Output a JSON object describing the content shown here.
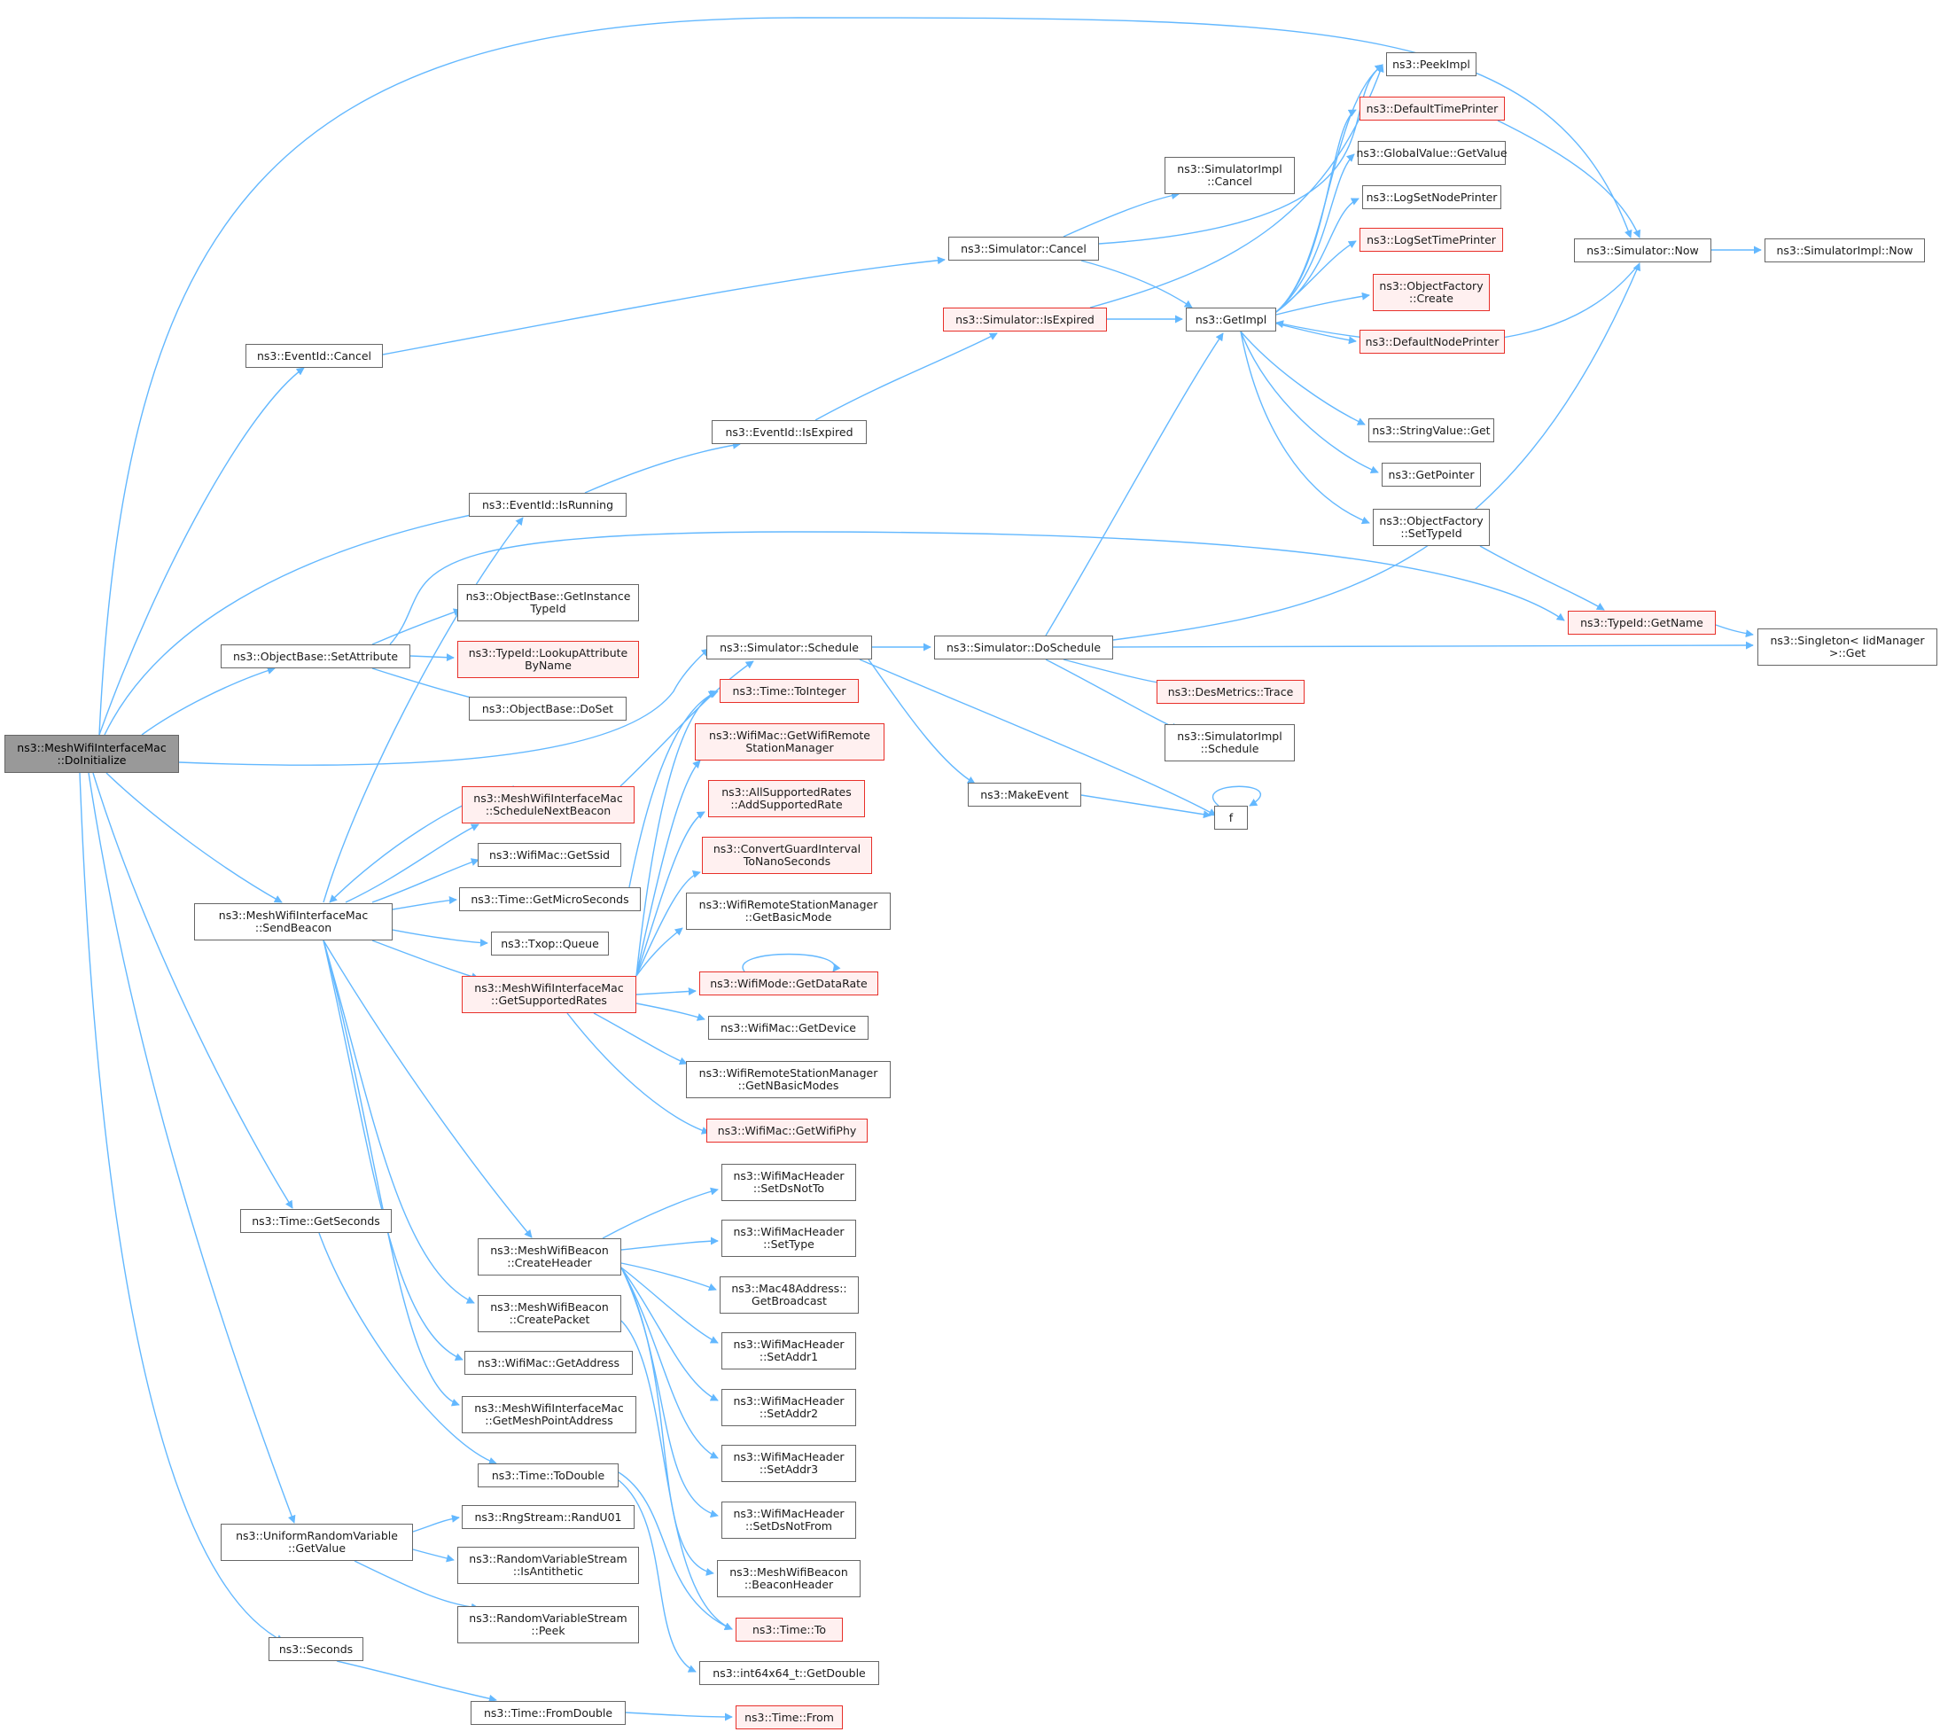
{
  "diagram": {
    "colors": {
      "edge": "#63b8ff",
      "node_border": "#666666",
      "node_border_red": "#e8302a",
      "node_fill_red": "#fff0f0",
      "root_fill": "#999999"
    },
    "nodes": [
      {
        "id": "root",
        "lines": [
          "ns3::MeshWifiInterfaceMac",
          "::DoInitialize"
        ]
      },
      {
        "id": "eventid_cancel",
        "lines": [
          "ns3::EventId::Cancel"
        ]
      },
      {
        "id": "eventid_isrunning",
        "lines": [
          "ns3::EventId::IsRunning"
        ]
      },
      {
        "id": "objbase_setattr",
        "lines": [
          "ns3::ObjectBase::SetAttribute"
        ]
      },
      {
        "id": "sendbeacon",
        "lines": [
          "ns3::MeshWifiInterfaceMac",
          "::SendBeacon"
        ]
      },
      {
        "id": "time_getseconds",
        "lines": [
          "ns3::Time::GetSeconds"
        ]
      },
      {
        "id": "urv_getvalue",
        "lines": [
          "ns3::UniformRandomVariable",
          "::GetValue"
        ]
      },
      {
        "id": "seconds",
        "lines": [
          "ns3::Seconds"
        ]
      },
      {
        "id": "objbase_getinstance",
        "lines": [
          "ns3::ObjectBase::GetInstance",
          "TypeId"
        ]
      },
      {
        "id": "typeid_lookup",
        "lines": [
          "ns3::TypeId::LookupAttribute",
          "ByName"
        ]
      },
      {
        "id": "objbase_doset",
        "lines": [
          "ns3::ObjectBase::DoSet"
        ]
      },
      {
        "id": "schedule_next",
        "lines": [
          "ns3::MeshWifiInterfaceMac",
          "::ScheduleNextBeacon"
        ]
      },
      {
        "id": "wifimac_getssid",
        "lines": [
          "ns3::WifiMac::GetSsid"
        ]
      },
      {
        "id": "time_getmicro",
        "lines": [
          "ns3::Time::GetMicroSeconds"
        ]
      },
      {
        "id": "txop_queue",
        "lines": [
          "ns3::Txop::Queue"
        ]
      },
      {
        "id": "getsupportedrates",
        "lines": [
          "ns3::MeshWifiInterfaceMac",
          "::GetSupportedRates"
        ]
      },
      {
        "id": "beacon_createheader",
        "lines": [
          "ns3::MeshWifiBeacon",
          "::CreateHeader"
        ]
      },
      {
        "id": "beacon_createpacket",
        "lines": [
          "ns3::MeshWifiBeacon",
          "::CreatePacket"
        ]
      },
      {
        "id": "wifimac_getaddress",
        "lines": [
          "ns3::WifiMac::GetAddress"
        ]
      },
      {
        "id": "getmeshpoint",
        "lines": [
          "ns3::MeshWifiInterfaceMac",
          "::GetMeshPointAddress"
        ]
      },
      {
        "id": "time_todouble",
        "lines": [
          "ns3::Time::ToDouble"
        ]
      },
      {
        "id": "rng_randu01",
        "lines": [
          "ns3::RngStream::RandU01"
        ]
      },
      {
        "id": "rvs_isantithetic",
        "lines": [
          "ns3::RandomVariableStream",
          "::IsAntithetic"
        ]
      },
      {
        "id": "rvs_peek",
        "lines": [
          "ns3::RandomVariableStream",
          "::Peek"
        ]
      },
      {
        "id": "time_fromdouble",
        "lines": [
          "ns3::Time::FromDouble"
        ]
      },
      {
        "id": "eventid_isexpired",
        "lines": [
          "ns3::EventId::IsExpired"
        ]
      },
      {
        "id": "sim_cancel",
        "lines": [
          "ns3::Simulator::Cancel"
        ]
      },
      {
        "id": "sim_schedule",
        "lines": [
          "ns3::Simulator::Schedule"
        ]
      },
      {
        "id": "time_tointeger",
        "lines": [
          "ns3::Time::ToInteger"
        ]
      },
      {
        "id": "wifimac_getwrsm",
        "lines": [
          "ns3::WifiMac::GetWifiRemote",
          "StationManager"
        ]
      },
      {
        "id": "allrates_add",
        "lines": [
          "ns3::AllSupportedRates",
          "::AddSupportedRate"
        ]
      },
      {
        "id": "convert_guard",
        "lines": [
          "ns3::ConvertGuardInterval",
          "ToNanoSeconds"
        ]
      },
      {
        "id": "wrsm_getbasicmode",
        "lines": [
          "ns3::WifiRemoteStationManager",
          "::GetBasicMode"
        ]
      },
      {
        "id": "wifimode_getdatarate",
        "lines": [
          "ns3::WifiMode::GetDataRate"
        ]
      },
      {
        "id": "wifimac_getdevice",
        "lines": [
          "ns3::WifiMac::GetDevice"
        ]
      },
      {
        "id": "wrsm_getnbasic",
        "lines": [
          "ns3::WifiRemoteStationManager",
          "::GetNBasicModes"
        ]
      },
      {
        "id": "wifimac_getwifiphy",
        "lines": [
          "ns3::WifiMac::GetWifiPhy"
        ]
      },
      {
        "id": "hdr_setdsnotto",
        "lines": [
          "ns3::WifiMacHeader",
          "::SetDsNotTo"
        ]
      },
      {
        "id": "hdr_settype",
        "lines": [
          "ns3::WifiMacHeader",
          "::SetType"
        ]
      },
      {
        "id": "mac48_getbroadcast",
        "lines": [
          "ns3::Mac48Address::",
          "GetBroadcast"
        ]
      },
      {
        "id": "hdr_setaddr1",
        "lines": [
          "ns3::WifiMacHeader",
          "::SetAddr1"
        ]
      },
      {
        "id": "hdr_setaddr2",
        "lines": [
          "ns3::WifiMacHeader",
          "::SetAddr2"
        ]
      },
      {
        "id": "hdr_setaddr3",
        "lines": [
          "ns3::WifiMacHeader",
          "::SetAddr3"
        ]
      },
      {
        "id": "hdr_setdsnotfrom",
        "lines": [
          "ns3::WifiMacHeader",
          "::SetDsNotFrom"
        ]
      },
      {
        "id": "beacon_header",
        "lines": [
          "ns3::MeshWifiBeacon",
          "::BeaconHeader"
        ]
      },
      {
        "id": "time_to",
        "lines": [
          "ns3::Time::To"
        ]
      },
      {
        "id": "int64_getdouble",
        "lines": [
          "ns3::int64x64_t::GetDouble"
        ]
      },
      {
        "id": "time_from",
        "lines": [
          "ns3::Time::From"
        ]
      },
      {
        "id": "sim_isexpired",
        "lines": [
          "ns3::Simulator::IsExpired"
        ]
      },
      {
        "id": "sim_doschedule",
        "lines": [
          "ns3::Simulator::DoSchedule"
        ]
      },
      {
        "id": "make_event",
        "lines": [
          "ns3::MakeEvent"
        ]
      },
      {
        "id": "simimpl_cancel",
        "lines": [
          "ns3::SimulatorImpl",
          "::Cancel"
        ]
      },
      {
        "id": "getimpl",
        "lines": [
          "ns3::GetImpl"
        ]
      },
      {
        "id": "desmetrics_trace",
        "lines": [
          "ns3::DesMetrics::Trace"
        ]
      },
      {
        "id": "simimpl_schedule",
        "lines": [
          "ns3::SimulatorImpl",
          "::Schedule"
        ]
      },
      {
        "id": "f",
        "lines": [
          "f"
        ]
      },
      {
        "id": "peekimpl",
        "lines": [
          "ns3::PeekImpl"
        ]
      },
      {
        "id": "default_time_printer",
        "lines": [
          "ns3::DefaultTimePrinter"
        ]
      },
      {
        "id": "globalvalue_getvalue",
        "lines": [
          "ns3::GlobalValue::GetValue"
        ]
      },
      {
        "id": "logsetnodeprinter",
        "lines": [
          "ns3::LogSetNodePrinter"
        ]
      },
      {
        "id": "logsettimeprinter",
        "lines": [
          "ns3::LogSetTimePrinter"
        ]
      },
      {
        "id": "objfactory_create",
        "lines": [
          "ns3::ObjectFactory",
          "::Create"
        ]
      },
      {
        "id": "default_node_printer",
        "lines": [
          "ns3::DefaultNodePrinter"
        ]
      },
      {
        "id": "stringvalue_get",
        "lines": [
          "ns3::StringValue::Get"
        ]
      },
      {
        "id": "getpointer",
        "lines": [
          "ns3::GetPointer"
        ]
      },
      {
        "id": "objfactory_settypeid",
        "lines": [
          "ns3::ObjectFactory",
          "::SetTypeId"
        ]
      },
      {
        "id": "sim_now",
        "lines": [
          "ns3::Simulator::Now"
        ]
      },
      {
        "id": "typeid_getname",
        "lines": [
          "ns3::TypeId::GetName"
        ]
      },
      {
        "id": "simimpl_now",
        "lines": [
          "ns3::SimulatorImpl::Now"
        ]
      },
      {
        "id": "singleton_get",
        "lines": [
          "ns3::Singleton< IidManager",
          ">::Get"
        ]
      }
    ]
  }
}
